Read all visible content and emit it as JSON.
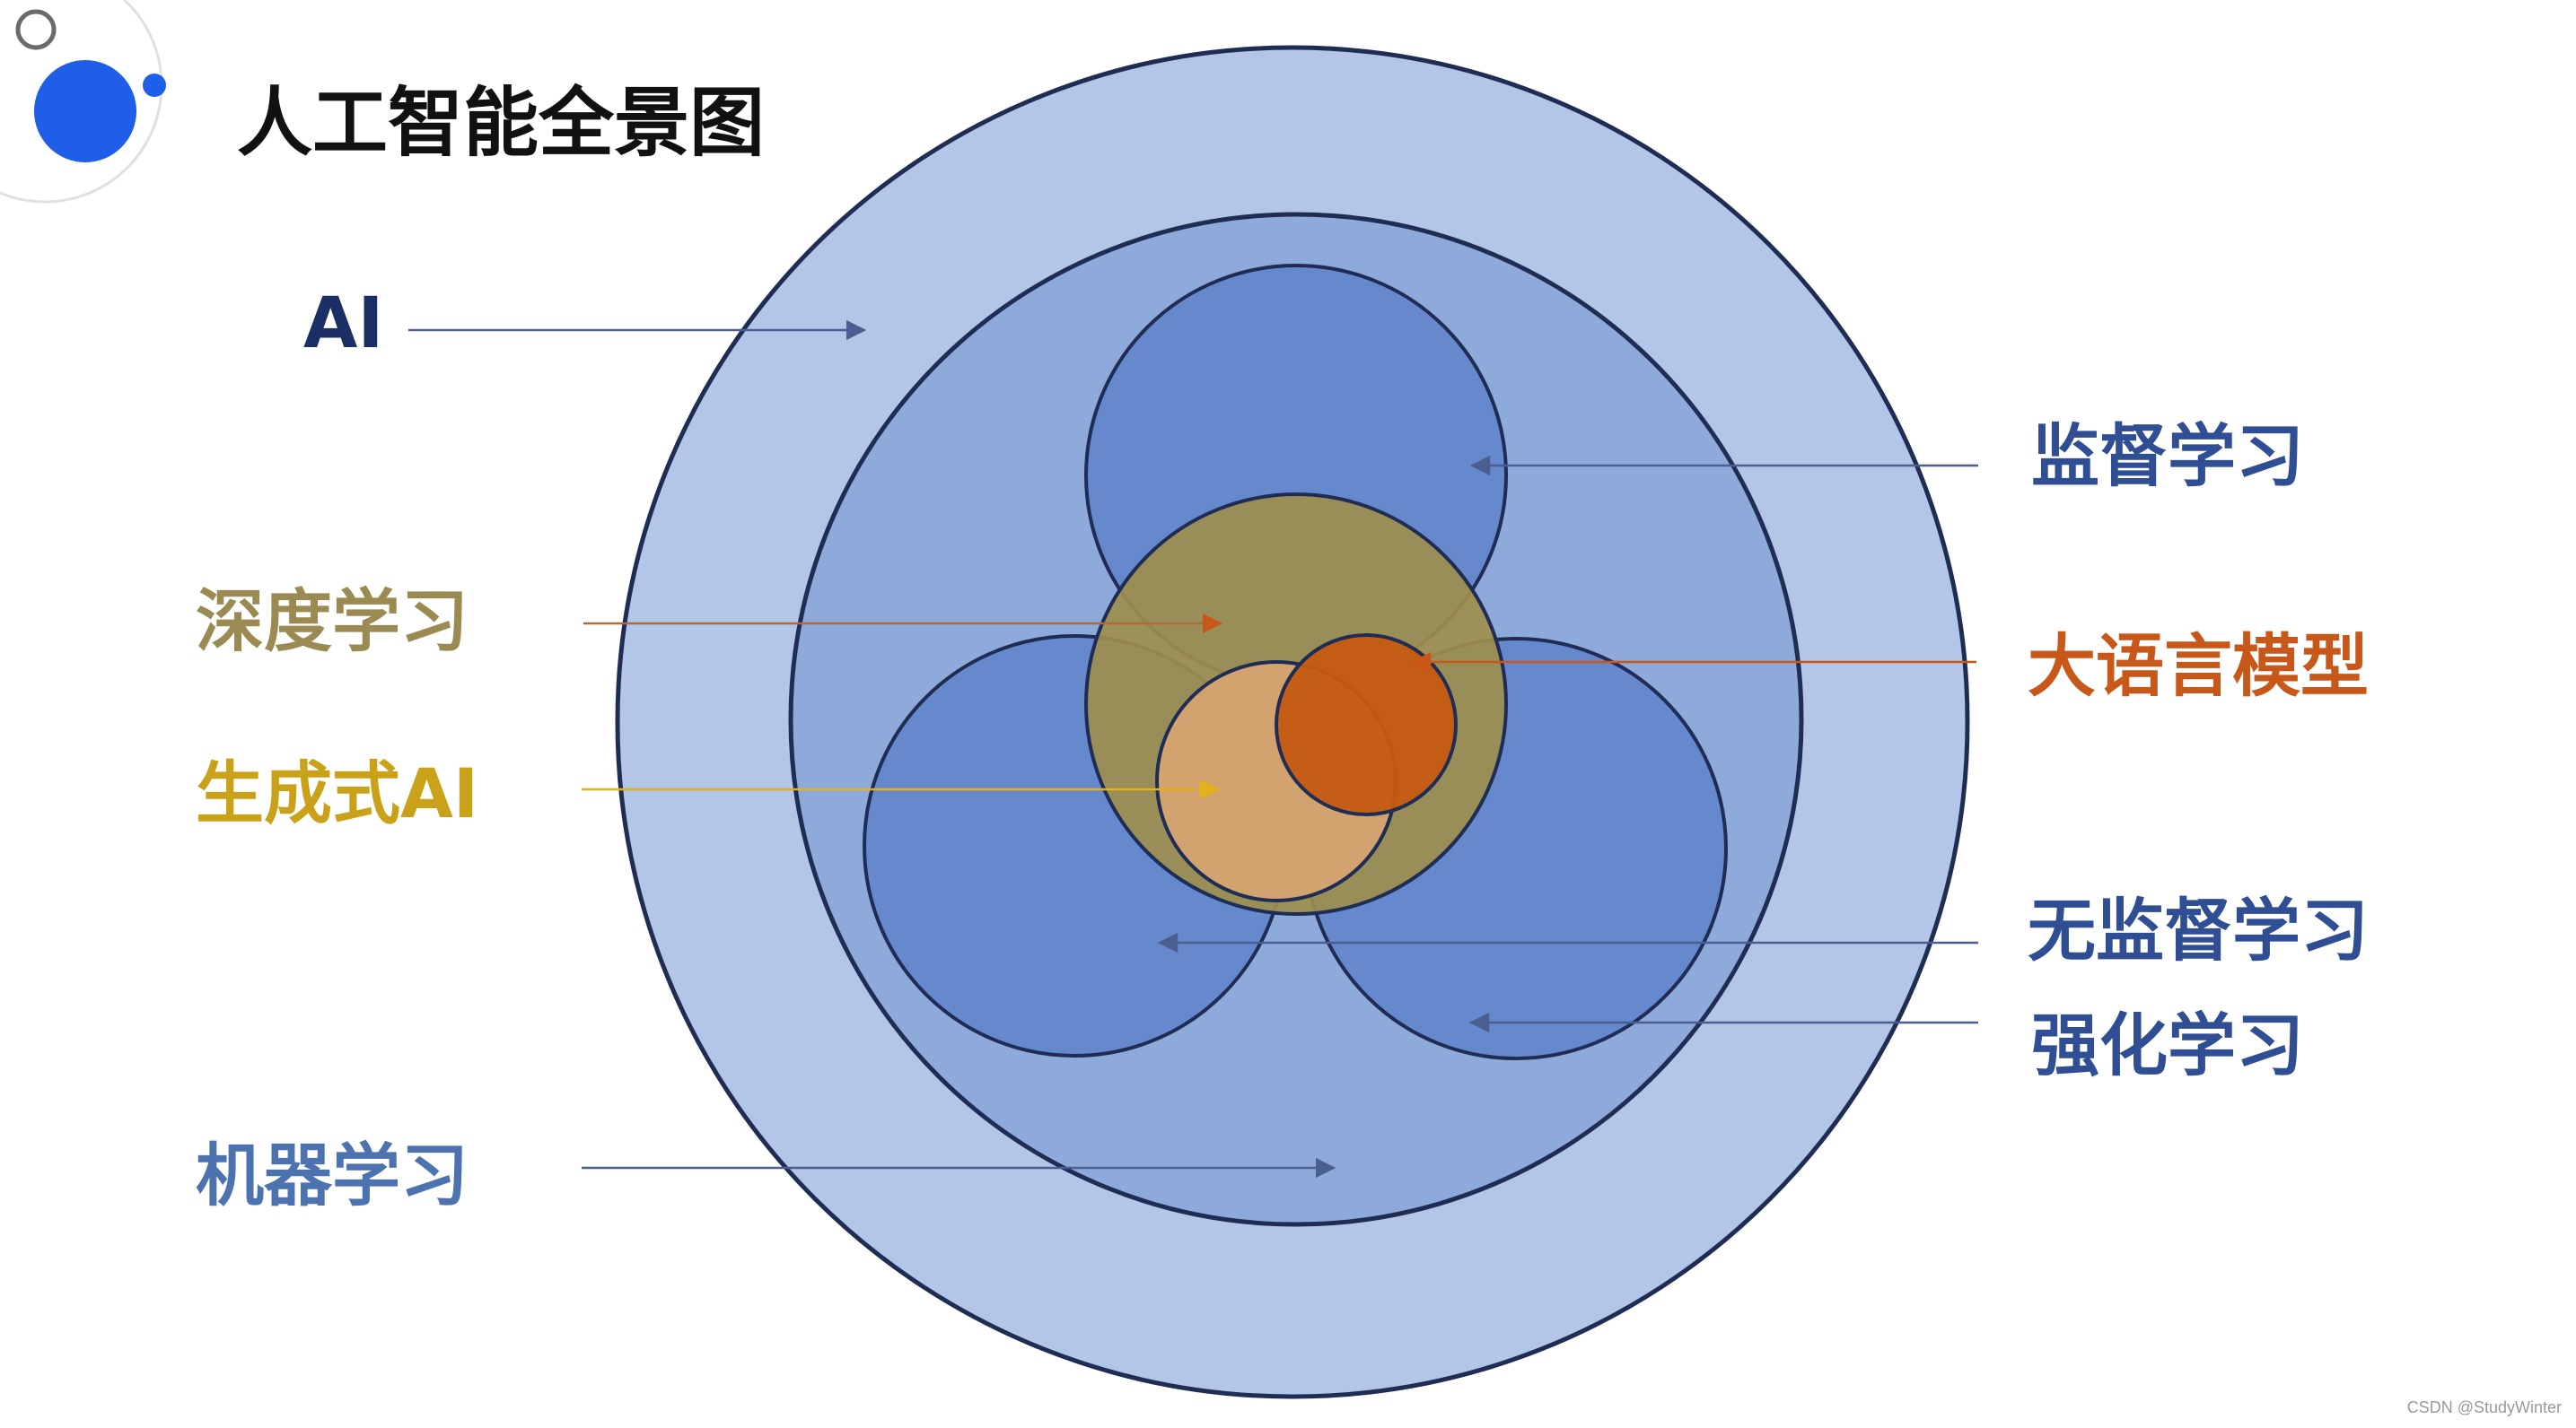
{
  "title": "人工智能全景图",
  "labels": {
    "ai": "AI",
    "deep_learning": "深度学习",
    "generative_ai": "生成式AI",
    "machine_learning": "机器学习",
    "supervised_learning": "监督学习",
    "large_language_model": "大语言模型",
    "unsupervised_learning": "无监督学习",
    "reinforcement_learning": "强化学习"
  },
  "watermark": "CSDN @StudyWinter",
  "colors": {
    "ai_ring": "#b3c6e7",
    "machine_learning_ring": "#8eaadb",
    "learning_circles": "#6688cc",
    "deep_learning": "#9e8e4e",
    "generative_ai": "#d7a571",
    "large_language_model": "#c55a11",
    "outline": "#1f2d55",
    "accent_dot": "#1f5ee8"
  }
}
